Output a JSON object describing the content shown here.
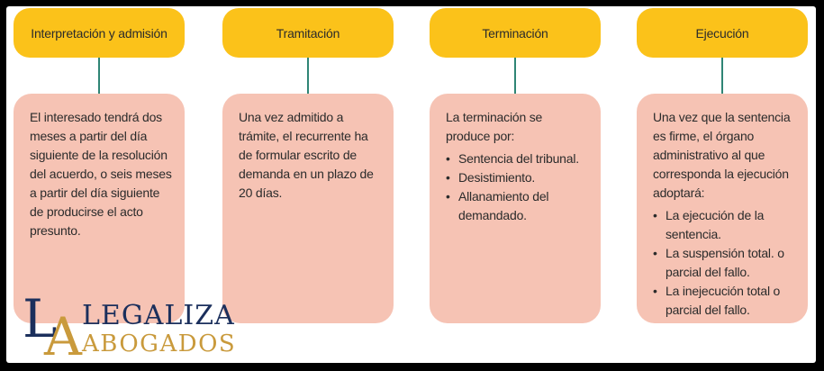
{
  "columns": [
    {
      "header": "Interpretación y admisión",
      "text": "El interesado tendrá dos meses a partir del día siguiente de la resolución del acuerdo, o seis meses a partir del día siguiente de producirse el acto presunto."
    },
    {
      "header": "Tramitación",
      "text": "Una vez admitido a trámite, el recurrente ha de formular escrito de demanda en un plazo de 20 días."
    },
    {
      "header": "Terminación",
      "intro": "La terminación se produce por:",
      "bullets": [
        "Sentencia del tribunal.",
        "Desistimiento.",
        "Allanamiento del demandado."
      ]
    },
    {
      "header": "Ejecución",
      "intro": "Una vez que la sentencia es firme, el órgano administrativo al que corresponda la ejecución adoptará:",
      "bullets": [
        "La ejecución de la sentencia.",
        "La suspensión total. o parcial del fallo.",
        "La inejecución total o parcial del fallo."
      ]
    }
  ],
  "logo": {
    "letter_l": "L",
    "letter_a": "A",
    "line1": "LEGALIZA",
    "line2": "ABOGADOS"
  },
  "colors": {
    "header": "#fbc21a",
    "card": "#f6c3b4",
    "connector": "#2f8575",
    "logo_navy": "#1b2f5c",
    "logo_gold": "#c99a3c"
  }
}
